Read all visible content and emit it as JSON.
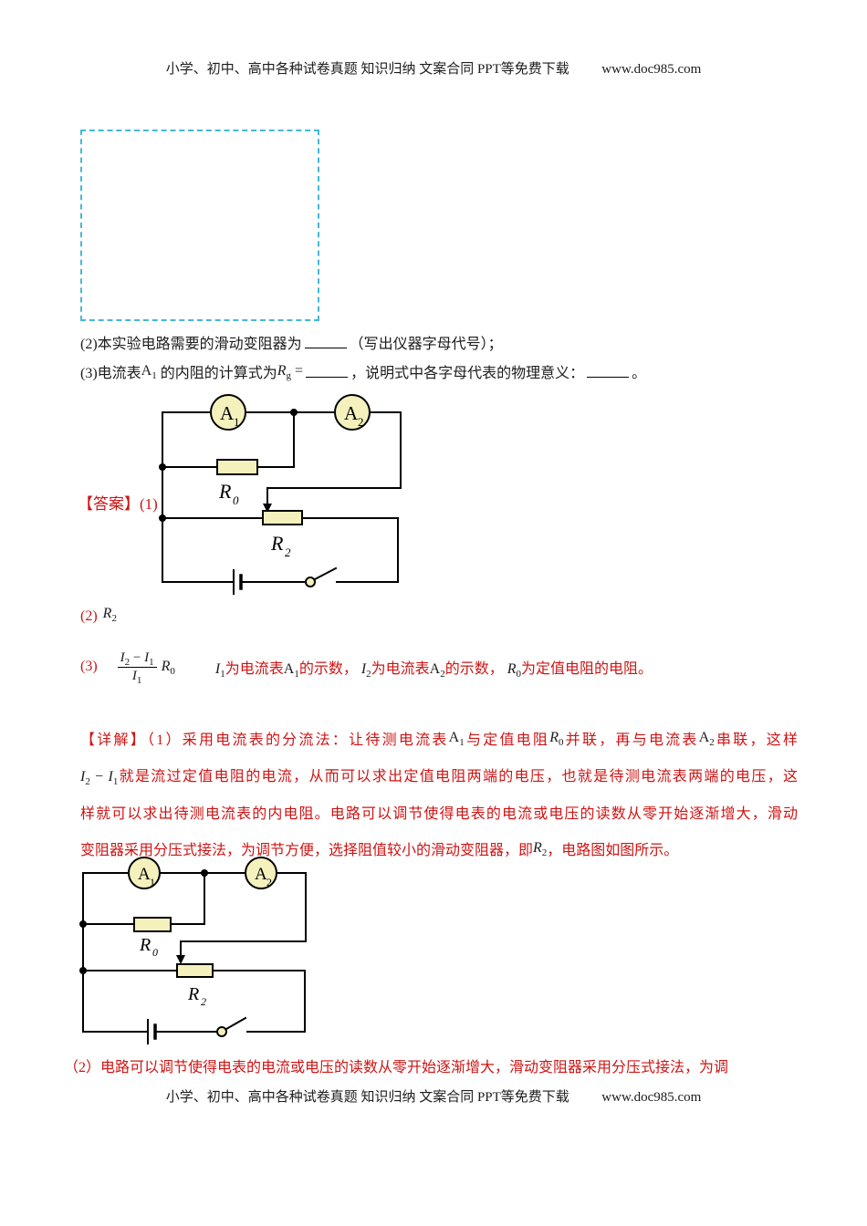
{
  "header": {
    "text": "小学、初中、高中各种试卷真题 知识归纳 文案合同 PPT等免费下载",
    "url": "www.doc985.com"
  },
  "footer": {
    "text": "小学、初中、高中各种试卷真题 知识归纳 文案合同 PPT等免费下载",
    "url": "www.doc985.com"
  },
  "math": {
    "A1": {
      "base": "A",
      "sub": "1"
    },
    "A2": {
      "base": "A",
      "sub": "2"
    },
    "R0": {
      "base": "R",
      "sub": "0"
    },
    "R2": {
      "base": "R",
      "sub": "2"
    },
    "Rg": {
      "base": "R",
      "sub": "g"
    },
    "I1": {
      "base": "I",
      "sub": "1"
    },
    "I2": {
      "base": "I",
      "sub": "2"
    },
    "minus": "−"
  },
  "question": {
    "q2": {
      "pre": "(2)本实验电路需要的滑动变阻器为",
      "post": "（写出仪器字母代号）；"
    },
    "q3": {
      "p1": "(3)电流表",
      "p2": "的内阻的计算式为",
      "eq": "=",
      "p3": "，说明式中各字母代表的物理意义：",
      "p4": "。"
    }
  },
  "answer": {
    "label": "【答案】",
    "num1": "(1)",
    "num2": "(2)",
    "num3": "(3)",
    "explain": {
      "s1": "为电流表",
      "s2": "的示数，",
      "s3": "为电流表",
      "s4": "的示数，",
      "s5": "为定值电阻的电阻。"
    }
  },
  "detail": {
    "l1a": "【详解】（1）采用电流表的分流法：让待测电流表",
    "l1b": "与定值电阻",
    "l1c": "并联，再与电流表",
    "l1d": "串联，这样",
    "l2": "就是流过定值电阻的电流，从而可以求出定值电阻两端的电压，也就是待测电流表两端的电压，这",
    "l3": "样就可以求出待测电流表的内电阻。电路可以调节使得电表的电流或电压的读数从零开始逐渐增大，滑动",
    "l4a": "变阻器采用分压式接法，为调节方便，选择阻值较小的滑动变阻器，即",
    "l4b": "，电路图如图所示。"
  },
  "conclusion": {
    "text": "（2）电路可以调节使得电表的电流或电压的读数从零开始逐渐增大，滑动变阻器采用分压式接法，为调"
  },
  "colors": {
    "accent_red": "#cf1414",
    "component_fill": "#f5f1bd",
    "dashed_box_cyan": "#45b8d8"
  }
}
